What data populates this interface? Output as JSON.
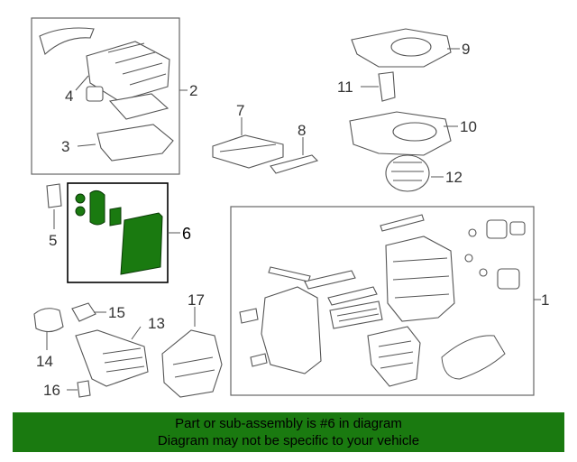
{
  "colors": {
    "banner_bg": "#1a7a10",
    "highlight_part": "#1a7a10",
    "line": "#555555"
  },
  "callouts": {
    "c1": "1",
    "c2": "2",
    "c3": "3",
    "c4": "4",
    "c5": "5",
    "c6": "6",
    "c7": "7",
    "c8": "8",
    "c9": "9",
    "c10": "10",
    "c11": "11",
    "c12": "12",
    "c13": "13",
    "c14": "14",
    "c15": "15",
    "c16": "16",
    "c17": "17"
  },
  "banner": {
    "line1": "Part or sub-assembly is #6 in diagram",
    "line2": "Diagram may not be specific to your vehicle"
  }
}
